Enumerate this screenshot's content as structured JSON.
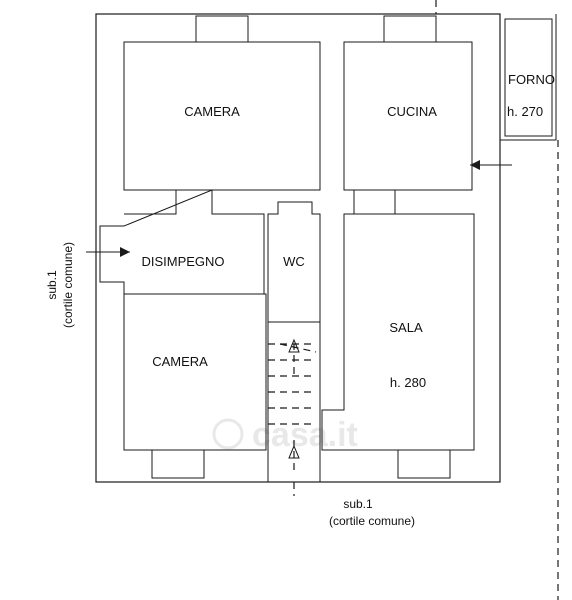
{
  "rooms": {
    "camera_top": "CAMERA",
    "cucina": "CUCINA",
    "forno": "FORNO",
    "forno_height": "h. 270",
    "disimpegno": "DISIMPEGNO",
    "wc": "WC",
    "camera_bottom": "CAMERA",
    "sala": "SALA",
    "sala_height": "h. 280"
  },
  "labels": {
    "left_sub": "sub.1",
    "left_note": "(cortile comune)",
    "bottom_sub": "sub.1",
    "bottom_note": "(cortile comune)"
  },
  "watermark": "casa.it"
}
